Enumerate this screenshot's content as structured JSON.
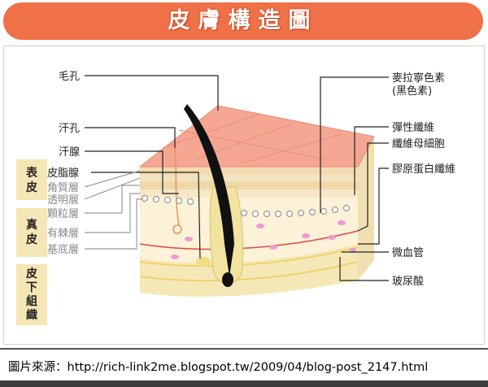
{
  "title": "皮膚構造圖",
  "labels_left": {
    "pore": "毛孔",
    "sweat_pore": "汗孔",
    "sweat_gland": "汗腺",
    "sebaceous_gland": "皮脂腺",
    "stratum_corneum": "角質層",
    "stratum_lucidum": "透明層",
    "stratum_granulosum": "顆粒層",
    "stratum_spinosum": "有棘層",
    "stratum_basale": "基底層"
  },
  "labels_right": {
    "melanin_line1": "麥拉寧色素",
    "melanin_line2": "(黑色素)",
    "elastic_fiber": "彈性纖維",
    "fibroblast": "纖維母細胞",
    "collagen_fiber": "膠原蛋白纖維",
    "capillary": "微血管",
    "hyaluronic_acid": "玻尿酸"
  },
  "side_labels": {
    "epidermis": [
      "表",
      "皮"
    ],
    "dermis": [
      "真",
      "皮"
    ],
    "subcutis": [
      "皮",
      "下",
      "組",
      "織"
    ]
  },
  "source": "圖片來源：http://rich-link2me.blogspot.tw/2009/04/blog-post_2147.html",
  "colors": {
    "title_bar": "#f07048",
    "side_tab": "#f5e7b5",
    "skin_top": "#f5a793",
    "dermis": "#fbf2d7",
    "subcutis": "#f4e9b6",
    "hair": "#111111"
  }
}
